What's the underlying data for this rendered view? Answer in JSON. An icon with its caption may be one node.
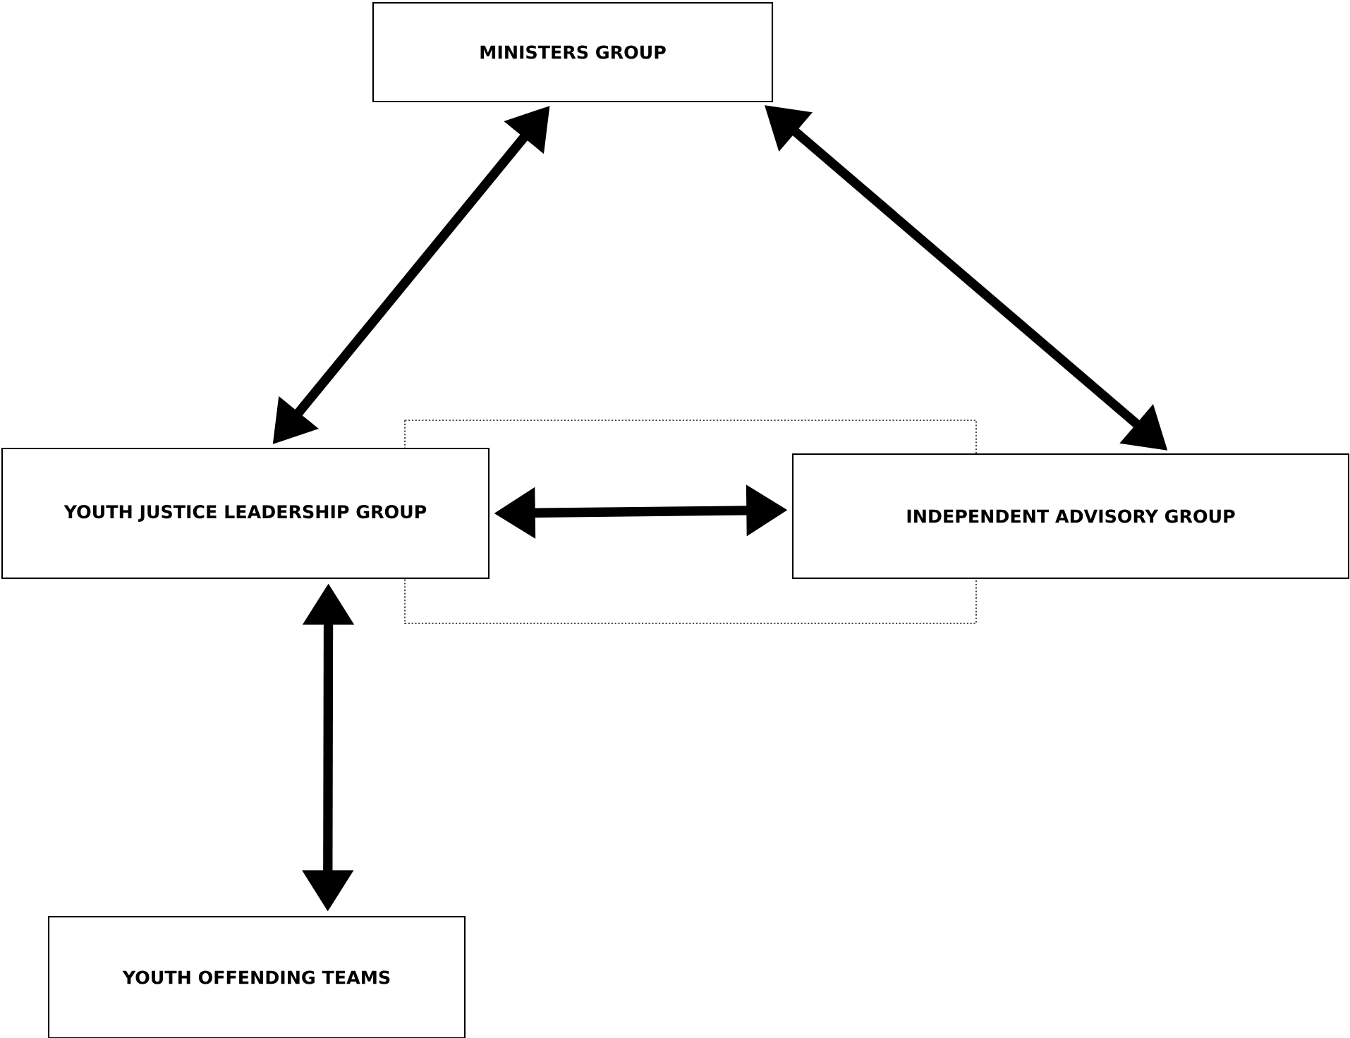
{
  "diagram": {
    "nodes": [
      {
        "text": [
          "MINISTERS GROUP"
        ]
      },
      {
        "text": [
          "YOUTH JUSTICE LEADERSHIP GROUP"
        ]
      },
      {
        "text": [
          "INDEPENDENT ADVISORY GROUP"
        ]
      },
      {
        "text": [
          "YOUTH OFFENDING TEAMS"
        ]
      }
    ],
    "edges": [
      {
        "from": 1,
        "to": 0,
        "arrow": "both"
      },
      {
        "from": 0,
        "to": 2,
        "arrow": "both"
      },
      {
        "from": 1,
        "to": 2,
        "arrow": "both"
      },
      {
        "from": 1,
        "to": 3,
        "arrow": "both"
      }
    ]
  }
}
